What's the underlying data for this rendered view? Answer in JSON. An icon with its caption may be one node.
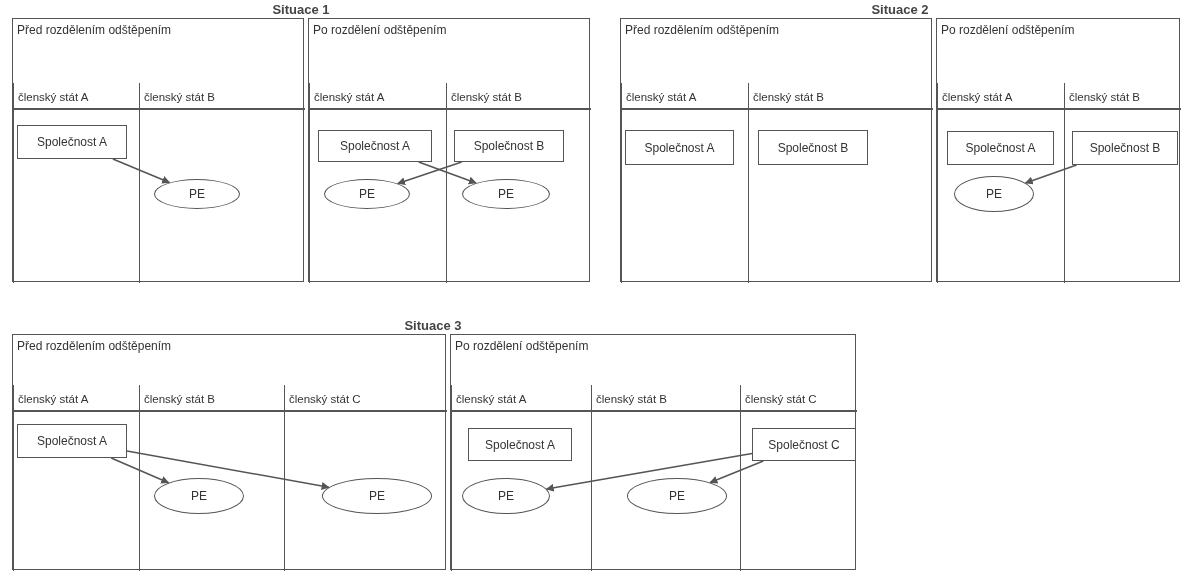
{
  "diagram": {
    "nodes": [
      {
        "text": [
          "Situace 1"
        ]
      },
      {
        "text": [
          "Před rozdělením odštěpením"
        ],
        "in": 0
      },
      {
        "text": [
          "členský stát A"
        ],
        "in": 1
      },
      {
        "text": [
          "Společnost A"
        ],
        "in": 2
      },
      {
        "text": [
          "členský stát B"
        ],
        "in": 1
      },
      {
        "text": [
          "PE"
        ],
        "in": 4
      },
      {
        "text": [
          "Po rozdělení odštěpením"
        ],
        "in": 0
      },
      {
        "text": [
          "členský stát A"
        ],
        "in": 6
      },
      {
        "text": [
          "Společnost A"
        ],
        "in": 7
      },
      {
        "text": [
          "PE"
        ],
        "in": 7
      },
      {
        "text": [
          "členský stát B"
        ],
        "in": 6
      },
      {
        "text": [
          "Společnost B"
        ],
        "in": 10
      },
      {
        "text": [
          "PE"
        ],
        "in": 10
      },
      {
        "text": [
          "Situace 2"
        ]
      },
      {
        "text": [
          "Před rozdělením odštěpením"
        ],
        "in": 13
      },
      {
        "text": [
          "členský stát A"
        ],
        "in": 14
      },
      {
        "text": [
          "Společnost A"
        ],
        "in": 15
      },
      {
        "text": [
          "členský stát B"
        ],
        "in": 14
      },
      {
        "text": [
          "Společnost B"
        ],
        "in": 17
      },
      {
        "text": [
          "Po rozdělení odštěpením"
        ],
        "in": 13
      },
      {
        "text": [
          "členský stát A"
        ],
        "in": 19
      },
      {
        "text": [
          "Společnost A"
        ],
        "in": 20
      },
      {
        "text": [
          "PE"
        ],
        "in": 20
      },
      {
        "text": [
          "členský stát B"
        ],
        "in": 19
      },
      {
        "text": [
          "Společnost B"
        ],
        "in": 23
      },
      {
        "text": [
          "Situace 3"
        ]
      },
      {
        "text": [
          "Před rozdělením odštěpením"
        ],
        "in": 25
      },
      {
        "text": [
          "členský stát A"
        ],
        "in": 26
      },
      {
        "text": [
          "Společnost A"
        ],
        "in": 27
      },
      {
        "text": [
          "členský stát B"
        ],
        "in": 26
      },
      {
        "text": [
          "PE"
        ],
        "in": 29
      },
      {
        "text": [
          "členský stát C"
        ],
        "in": 26
      },
      {
        "text": [
          "PE"
        ],
        "in": 31
      },
      {
        "text": [
          "Po rozdělení odštěpením"
        ],
        "in": 25
      },
      {
        "text": [
          "členský stát A"
        ],
        "in": 33
      },
      {
        "text": [
          "Společnost A"
        ],
        "in": 34
      },
      {
        "text": [
          "PE"
        ],
        "in": 34
      },
      {
        "text": [
          "členský stát B"
        ],
        "in": 33
      },
      {
        "text": [
          "PE"
        ],
        "in": 37
      },
      {
        "text": [
          "členský stát C"
        ],
        "in": 33
      },
      {
        "text": [
          "Společnost C"
        ],
        "in": 39
      }
    ],
    "edges": [
      {
        "from": 3,
        "to": 5,
        "arrow": "to"
      },
      {
        "from": 8,
        "to": 12,
        "arrow": "to"
      },
      {
        "from": 11,
        "to": 9,
        "arrow": "to"
      },
      {
        "from": 24,
        "to": 22,
        "arrow": "to"
      },
      {
        "from": 28,
        "to": 30,
        "arrow": "to"
      },
      {
        "from": 28,
        "to": 32,
        "arrow": "to"
      },
      {
        "from": 40,
        "to": 36,
        "arrow": "to"
      },
      {
        "from": 40,
        "to": 38,
        "arrow": "to"
      }
    ]
  }
}
